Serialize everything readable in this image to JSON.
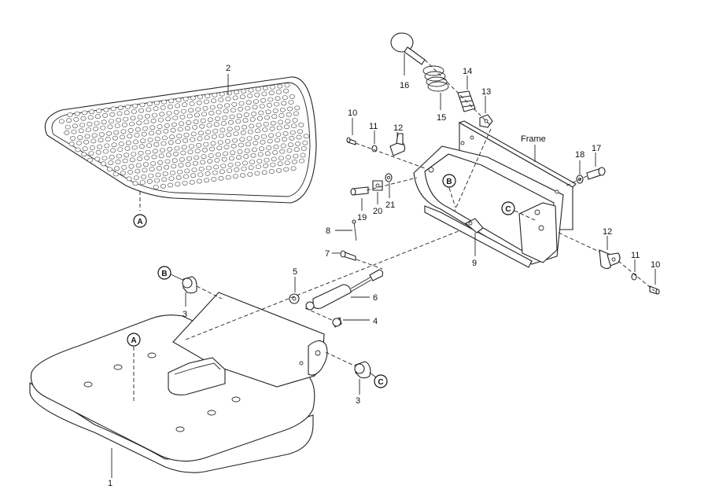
{
  "diagram": {
    "frame_label": "Frame",
    "part_numbers": {
      "p1": "1",
      "p2": "2",
      "p3a": "3",
      "p3b": "3",
      "p4": "4",
      "p5": "5",
      "p6": "6",
      "p7": "7",
      "p8": "8",
      "p9": "9",
      "p10a": "10",
      "p10b": "10",
      "p11a": "11",
      "p11b": "11",
      "p12a": "12",
      "p12b": "12",
      "p13": "13",
      "p14": "14",
      "p15": "15",
      "p16": "16",
      "p17": "17",
      "p18": "18",
      "p19": "19",
      "p20": "20",
      "p21": "21"
    },
    "callouts": {
      "a_top": "A",
      "a_pedal": "A",
      "b_frame": "B",
      "b_left": "B",
      "c_frame": "C",
      "c_right": "C"
    }
  }
}
